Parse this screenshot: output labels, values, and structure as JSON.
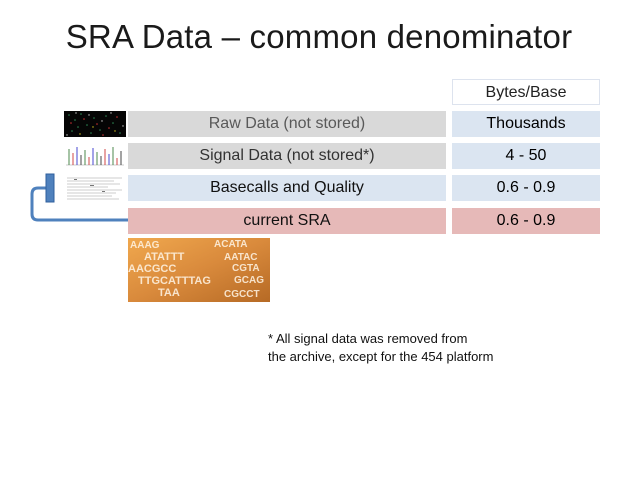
{
  "slide": {
    "title": "SRA Data – common denominator",
    "column_header": "Bytes/Base",
    "rows": [
      {
        "label": "Raw Data (not stored)",
        "value": "Thousands"
      },
      {
        "label": "Signal Data (not stored*)",
        "value": "4 - 50"
      },
      {
        "label": "Basecalls and Quality",
        "value": "0.6 - 0.9"
      },
      {
        "label": "current SRA",
        "value": "0.6 - 0.9"
      }
    ],
    "footnote_line1": "* All signal data was removed from",
    "footnote_line2": "the archive, except for the 454 platform",
    "dna_image_text": [
      "AAAG",
      "ACATA",
      "ATATTT",
      "AATAC",
      "AACGCC",
      "CGTA",
      "TTGCATTTAG",
      "GCAG",
      "TAA",
      "CGCCT"
    ]
  },
  "colors": {
    "gray_row": "#d9d9d9",
    "blue_row": "#dbe5f1",
    "red_row": "#e6b9b8",
    "arrow": "#4f81bd",
    "dna_bg": "#d98a3c"
  }
}
